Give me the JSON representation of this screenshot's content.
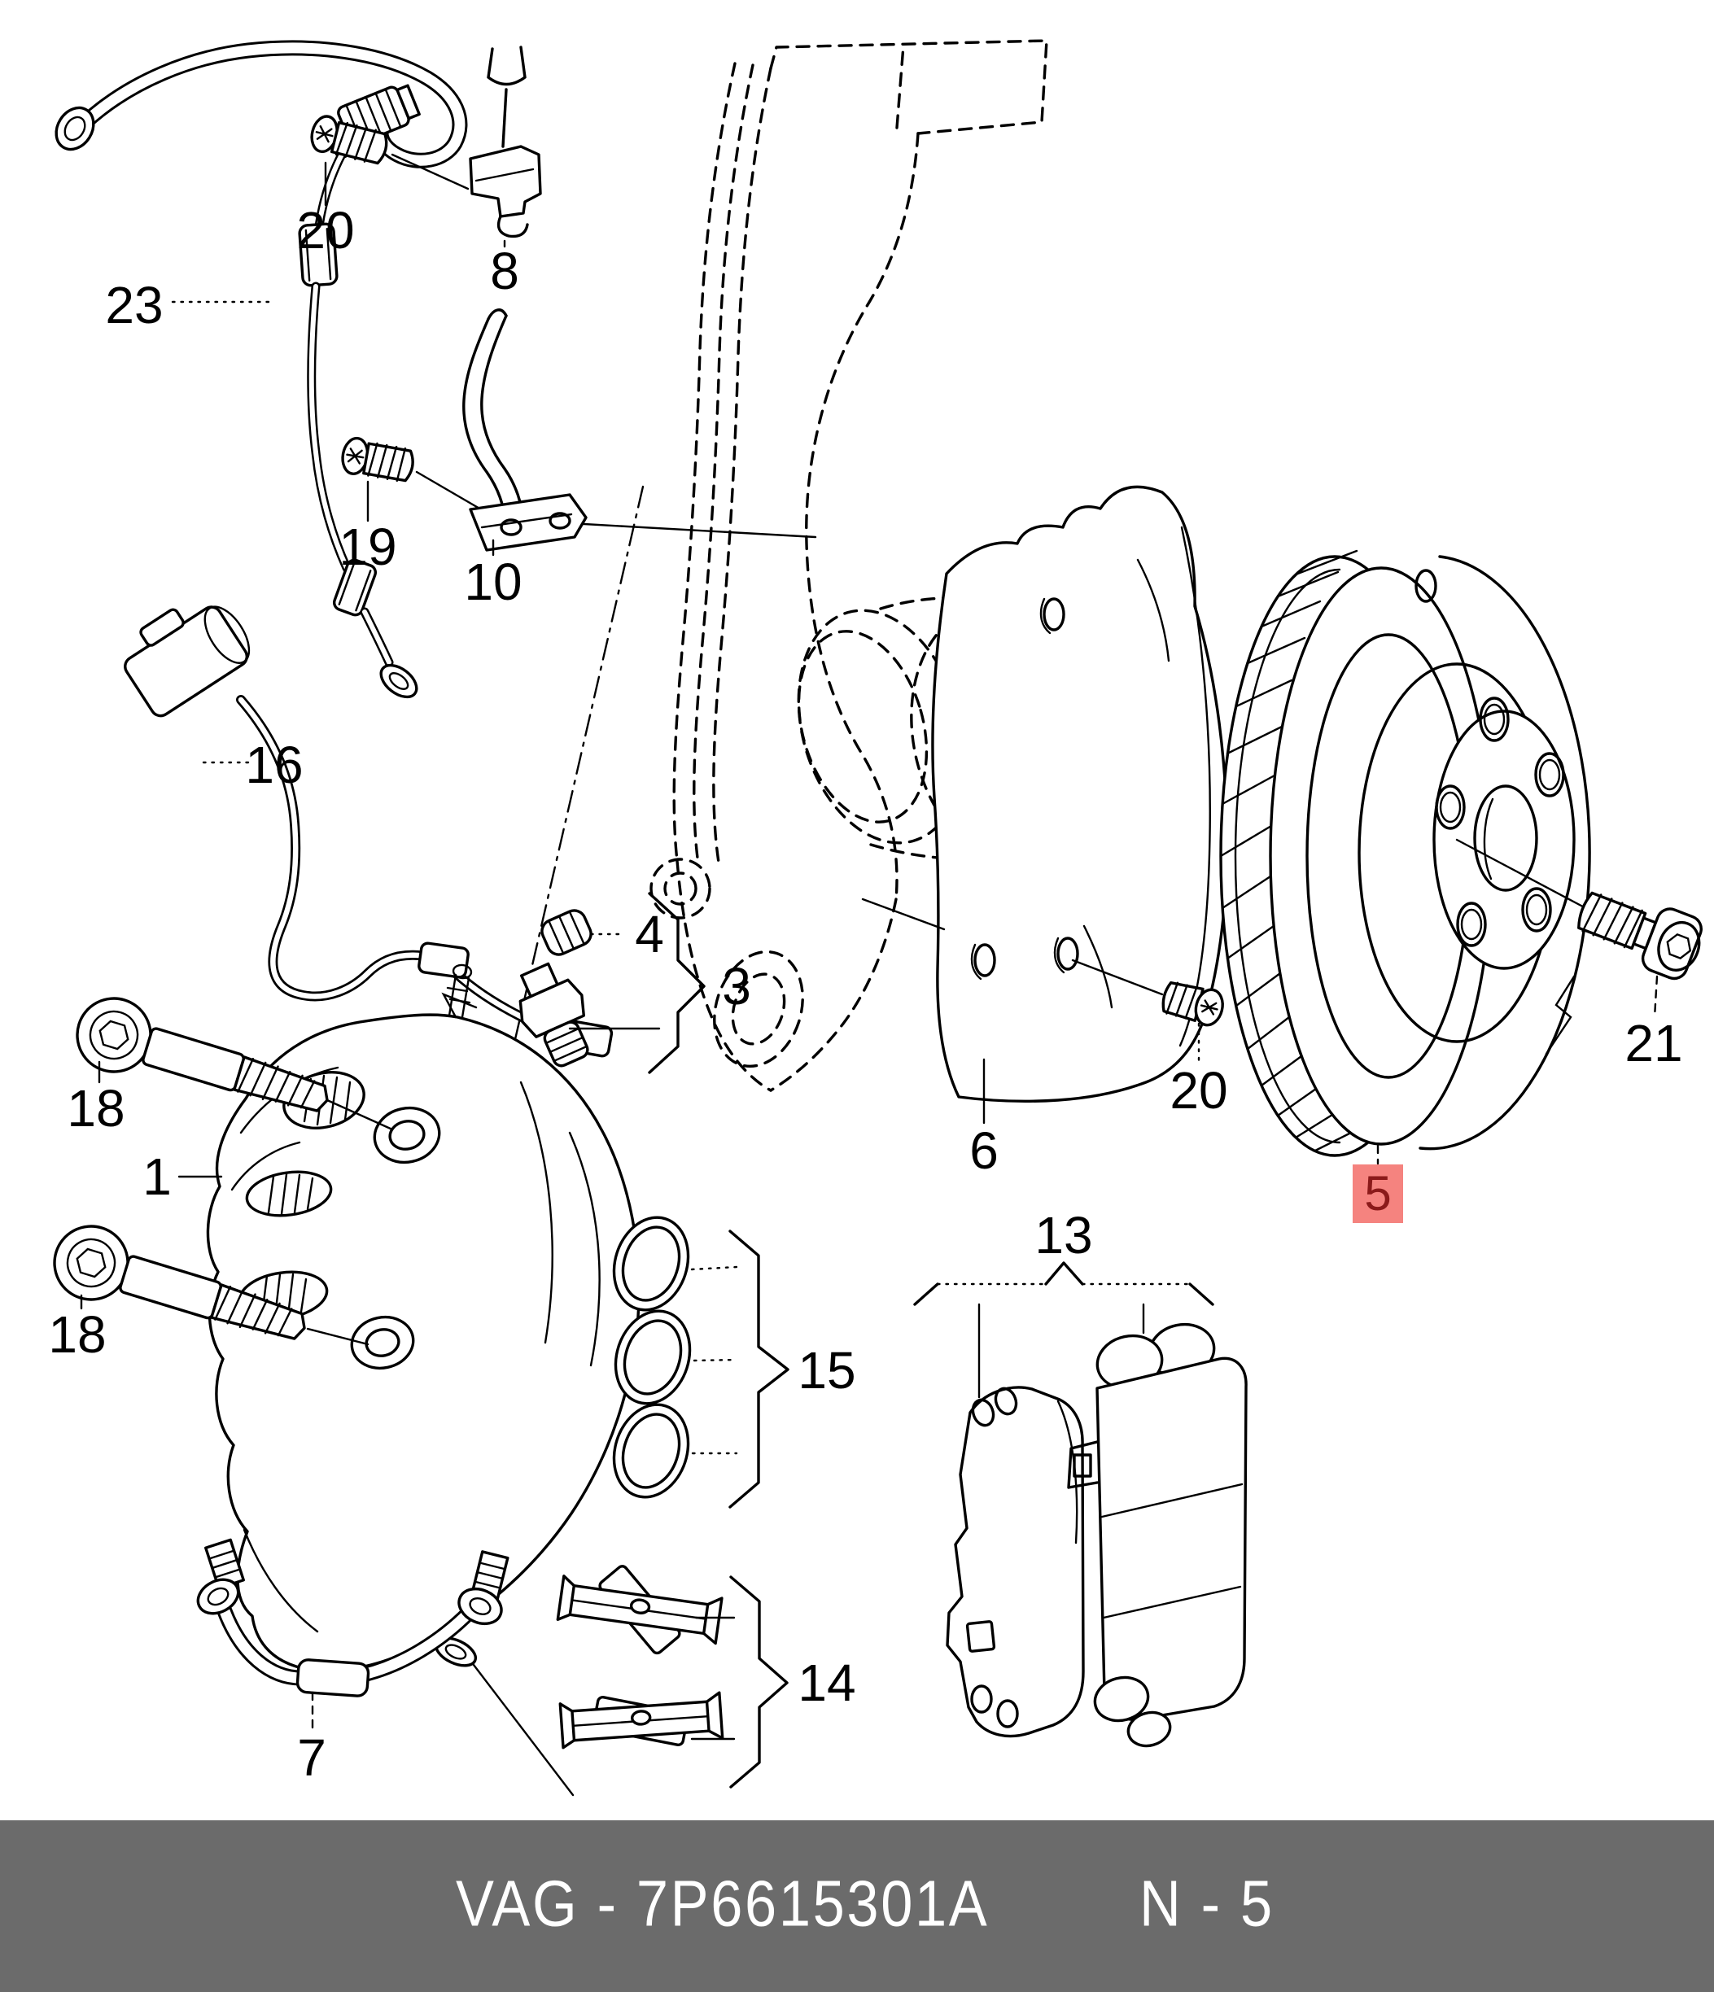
{
  "page": {
    "background": "#ffffff",
    "kind": "exploded parts diagram - front brake assembly"
  },
  "colors": {
    "line": "#000000",
    "page_bg": "#ffffff",
    "highlight_bg": "#f5837f",
    "highlight_text": "#8b1a1a",
    "footer_bg": "#6b6b6b",
    "footer_text": "#ffffff"
  },
  "parts": [
    {
      "num": "23",
      "name": "brake-hose-front"
    },
    {
      "num": "20",
      "name": "screw-top"
    },
    {
      "num": "8",
      "name": "retaining-clip-bracket"
    },
    {
      "num": "19",
      "name": "screw-bracket"
    },
    {
      "num": "10",
      "name": "hose-bracket"
    },
    {
      "num": "16",
      "name": "wear-indicator-sensor"
    },
    {
      "num": "4",
      "name": "dust-cap"
    },
    {
      "num": "3",
      "name": "bleeder-valve-set"
    },
    {
      "num": "1",
      "name": "brake-caliper"
    },
    {
      "num": "18",
      "name": "socket-head-bolt-upper"
    },
    {
      "num": "18",
      "name": "socket-head-bolt-lower"
    },
    {
      "num": "15",
      "name": "seal-rings"
    },
    {
      "num": "14",
      "name": "retaining-spring-clips"
    },
    {
      "num": "13",
      "name": "brake-pads"
    },
    {
      "num": "6",
      "name": "splash-shield"
    },
    {
      "num": "20",
      "name": "screw-shield"
    },
    {
      "num": "5",
      "name": "brake-disc",
      "highlighted": true
    },
    {
      "num": "21",
      "name": "disc-retaining-screw"
    },
    {
      "num": "7",
      "name": "brake-hose-lower"
    }
  ],
  "footer": {
    "part_code": "VAG - 7P6615301A",
    "page_ref": "N - 5"
  }
}
